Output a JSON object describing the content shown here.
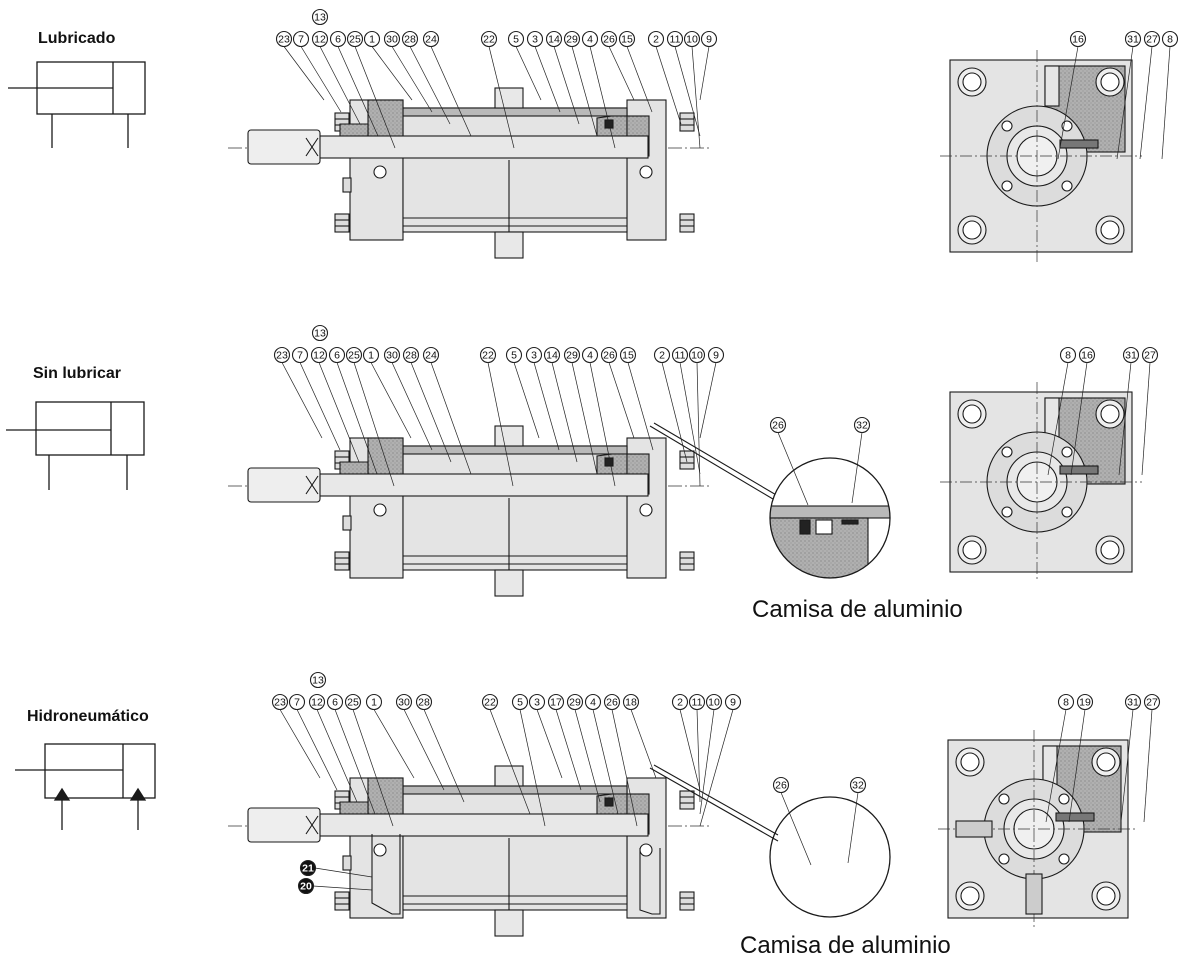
{
  "sections": [
    {
      "title": "Lubricado",
      "symbol": "lubricated",
      "labels_top": [
        "23",
        "7",
        "12",
        "6",
        "25",
        "1",
        "30",
        "28",
        "24",
        "22",
        "5",
        "3",
        "14",
        "29",
        "4",
        "26",
        "15",
        "2",
        "11",
        "10",
        "9"
      ],
      "label_above": "13",
      "side_labels": [
        "16",
        "31",
        "27",
        "8"
      ],
      "has_detail": false
    },
    {
      "title": "Sin lubricar",
      "symbol": "non-lubricated",
      "labels_top": [
        "23",
        "7",
        "12",
        "6",
        "25",
        "1",
        "30",
        "28",
        "24",
        "22",
        "5",
        "3",
        "14",
        "29",
        "4",
        "26",
        "15",
        "2",
        "11",
        "10",
        "9"
      ],
      "label_above": "13",
      "side_labels": [
        "8",
        "16",
        "31",
        "27"
      ],
      "has_detail": true,
      "detail_labels": [
        "26",
        "32"
      ],
      "caption": "Camisa de aluminio"
    },
    {
      "title": "Hidroneumático",
      "symbol": "hydro-pneumatic",
      "labels_top": [
        "23",
        "7",
        "12",
        "6",
        "25",
        "1",
        "30",
        "28",
        "22",
        "5",
        "3",
        "17",
        "29",
        "4",
        "26",
        "18",
        "2",
        "11",
        "10",
        "9"
      ],
      "label_above": "13",
      "side_labels": [
        "8",
        "19",
        "31",
        "27"
      ],
      "dark_labels": [
        "21",
        "20"
      ],
      "has_detail": true,
      "detail_labels": [
        "26",
        "32"
      ],
      "caption": "Camisa de aluminio"
    }
  ],
  "colors": {
    "line": "#1a1a1a",
    "body_fill": "#e4e4e4",
    "section_fill": "#b9b9b9",
    "hatch_fill": "#a9a9a9"
  }
}
